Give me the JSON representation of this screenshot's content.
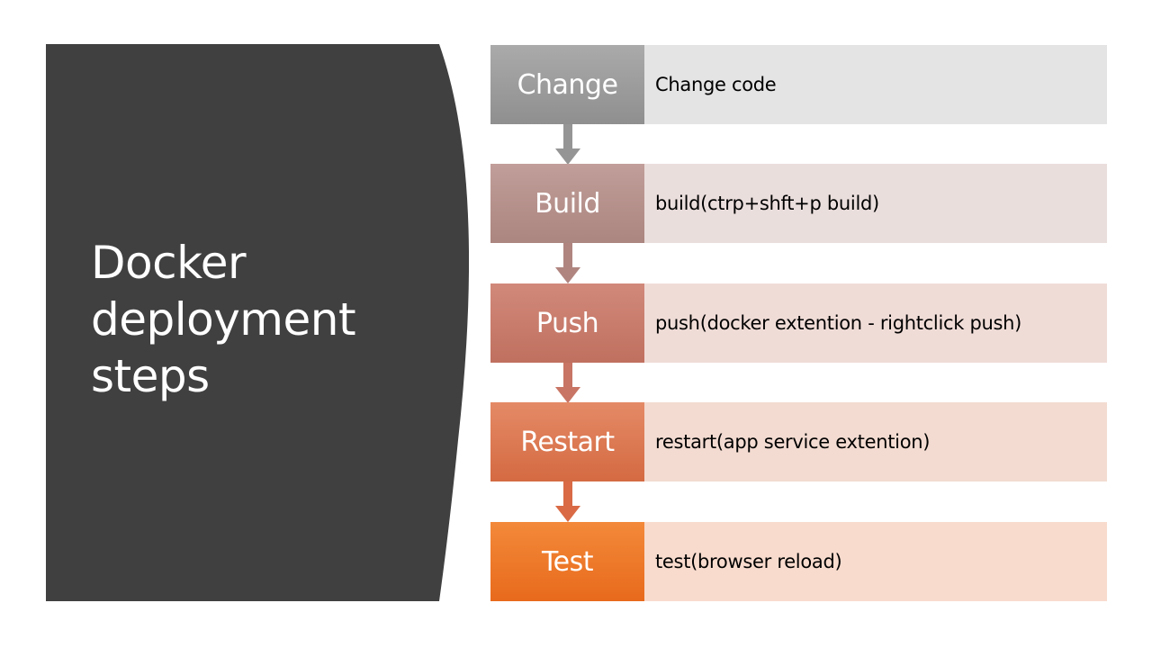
{
  "title": "Docker deployment steps",
  "colors": {
    "panel": "#404040",
    "background": "#ffffff"
  },
  "steps": [
    {
      "label": "Change",
      "description": "Change code",
      "box_color_top": "#aaaaaa",
      "box_color_bottom": "#8f8f8f",
      "row_color": "#e4e4e4",
      "arrow_color": "#959595"
    },
    {
      "label": "Build",
      "description": "build(ctrp+shft+p build)",
      "box_color_top": "#c19e9a",
      "box_color_bottom": "#ab857f",
      "row_color": "#eadedc",
      "arrow_color": "#b08580"
    },
    {
      "label": "Push",
      "description": "push(docker extention - rightclick push)",
      "box_color_top": "#d1897a",
      "box_color_bottom": "#c0705f",
      "row_color": "#f0dcd7",
      "arrow_color": "#c87565"
    },
    {
      "label": "Restart",
      "description": "restart(app service extention)",
      "box_color_top": "#e48a66",
      "box_color_bottom": "#d46a42",
      "row_color": "#f3dbd1",
      "arrow_color": "#d96a45"
    },
    {
      "label": "Test",
      "description": "test(browser reload)",
      "box_color_top": "#f3893a",
      "box_color_bottom": "#e86a1c",
      "row_color": "#f8dbcd",
      "arrow_color": null
    }
  ]
}
